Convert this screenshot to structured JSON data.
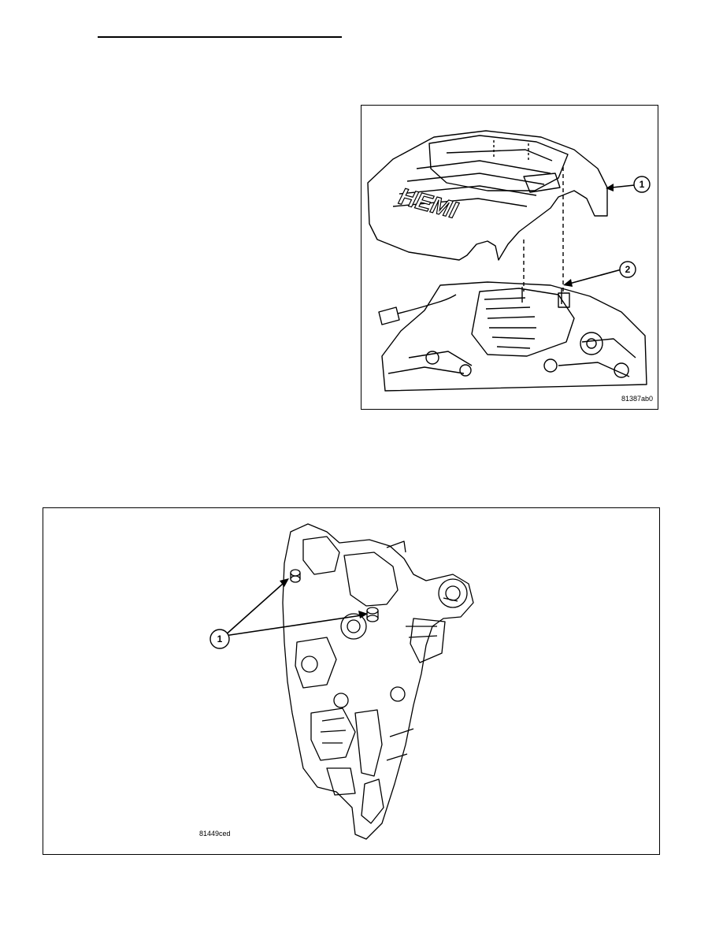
{
  "figures": [
    {
      "code": "81387ab0",
      "callouts": [
        "1",
        "2"
      ],
      "cover_text": "HEMI"
    },
    {
      "code": "81449ced",
      "callouts": [
        "1"
      ]
    }
  ]
}
